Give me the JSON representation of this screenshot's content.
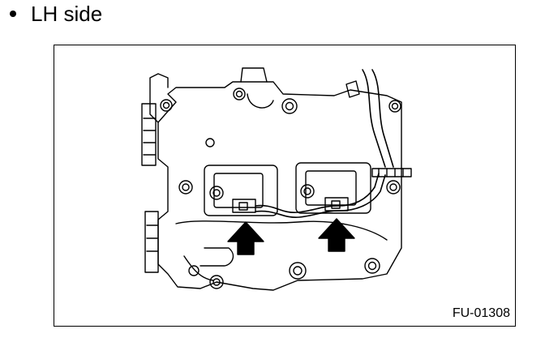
{
  "heading": {
    "bullet_icon": "bullet-dot-icon",
    "text": "LH side"
  },
  "figure": {
    "code": "FU-01308",
    "arrows": [
      {
        "name": "arrow-left-injector",
        "icon": "up-arrow-icon"
      },
      {
        "name": "arrow-right-injector",
        "icon": "up-arrow-icon"
      }
    ]
  }
}
